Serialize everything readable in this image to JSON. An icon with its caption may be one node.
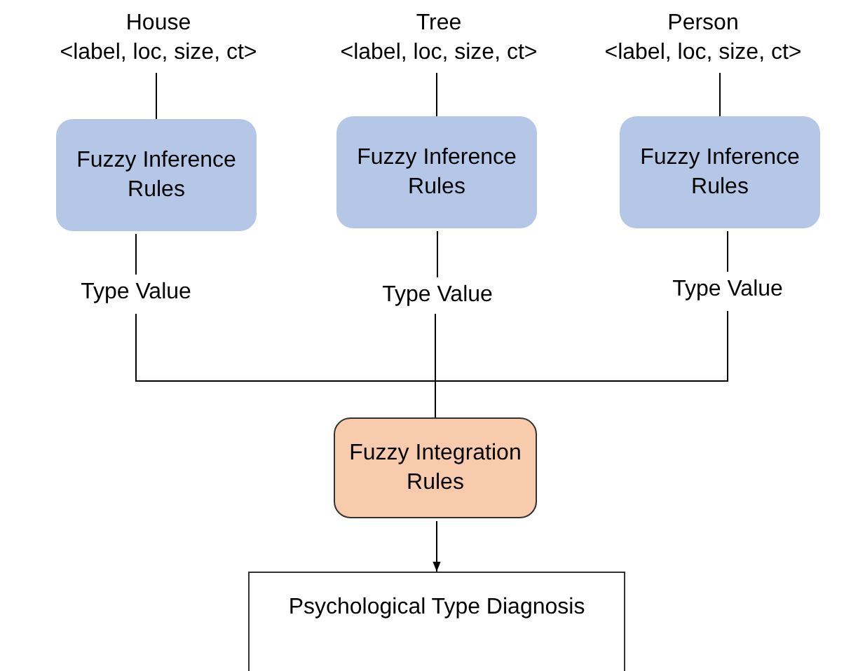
{
  "diagram": {
    "nodes": [
      {
        "text": [
          "House",
          "<label, loc, size, ct>"
        ]
      },
      {
        "text": [
          "Fuzzy Inference Rules"
        ]
      },
      {
        "text": [
          "Type Value"
        ]
      },
      {
        "text": [
          "Tree",
          "<label, loc, size, ct>"
        ]
      },
      {
        "text": [
          "Fuzzy Inference Rules"
        ]
      },
      {
        "text": [
          "Type Value"
        ]
      },
      {
        "text": [
          "Person",
          "<label, loc, size, ct>"
        ]
      },
      {
        "text": [
          "Fuzzy Inference Rules"
        ]
      },
      {
        "text": [
          "Type Value"
        ]
      },
      {
        "text": [
          "Fuzzy Integration Rules"
        ]
      },
      {
        "text": [
          "Psychological Type Diagnosis"
        ]
      }
    ],
    "edges": [
      {
        "from": 0,
        "to": 1,
        "arrow": "none"
      },
      {
        "from": 1,
        "to": 2,
        "arrow": "none"
      },
      {
        "from": 3,
        "to": 4,
        "arrow": "none"
      },
      {
        "from": 4,
        "to": 5,
        "arrow": "none"
      },
      {
        "from": 6,
        "to": 7,
        "arrow": "none"
      },
      {
        "from": 7,
        "to": 8,
        "arrow": "none"
      },
      {
        "from": 2,
        "to": 9,
        "arrow": "none"
      },
      {
        "from": 5,
        "to": 9,
        "arrow": "none"
      },
      {
        "from": 8,
        "to": 9,
        "arrow": "none"
      },
      {
        "from": 9,
        "to": 10,
        "arrow": "to"
      }
    ]
  }
}
